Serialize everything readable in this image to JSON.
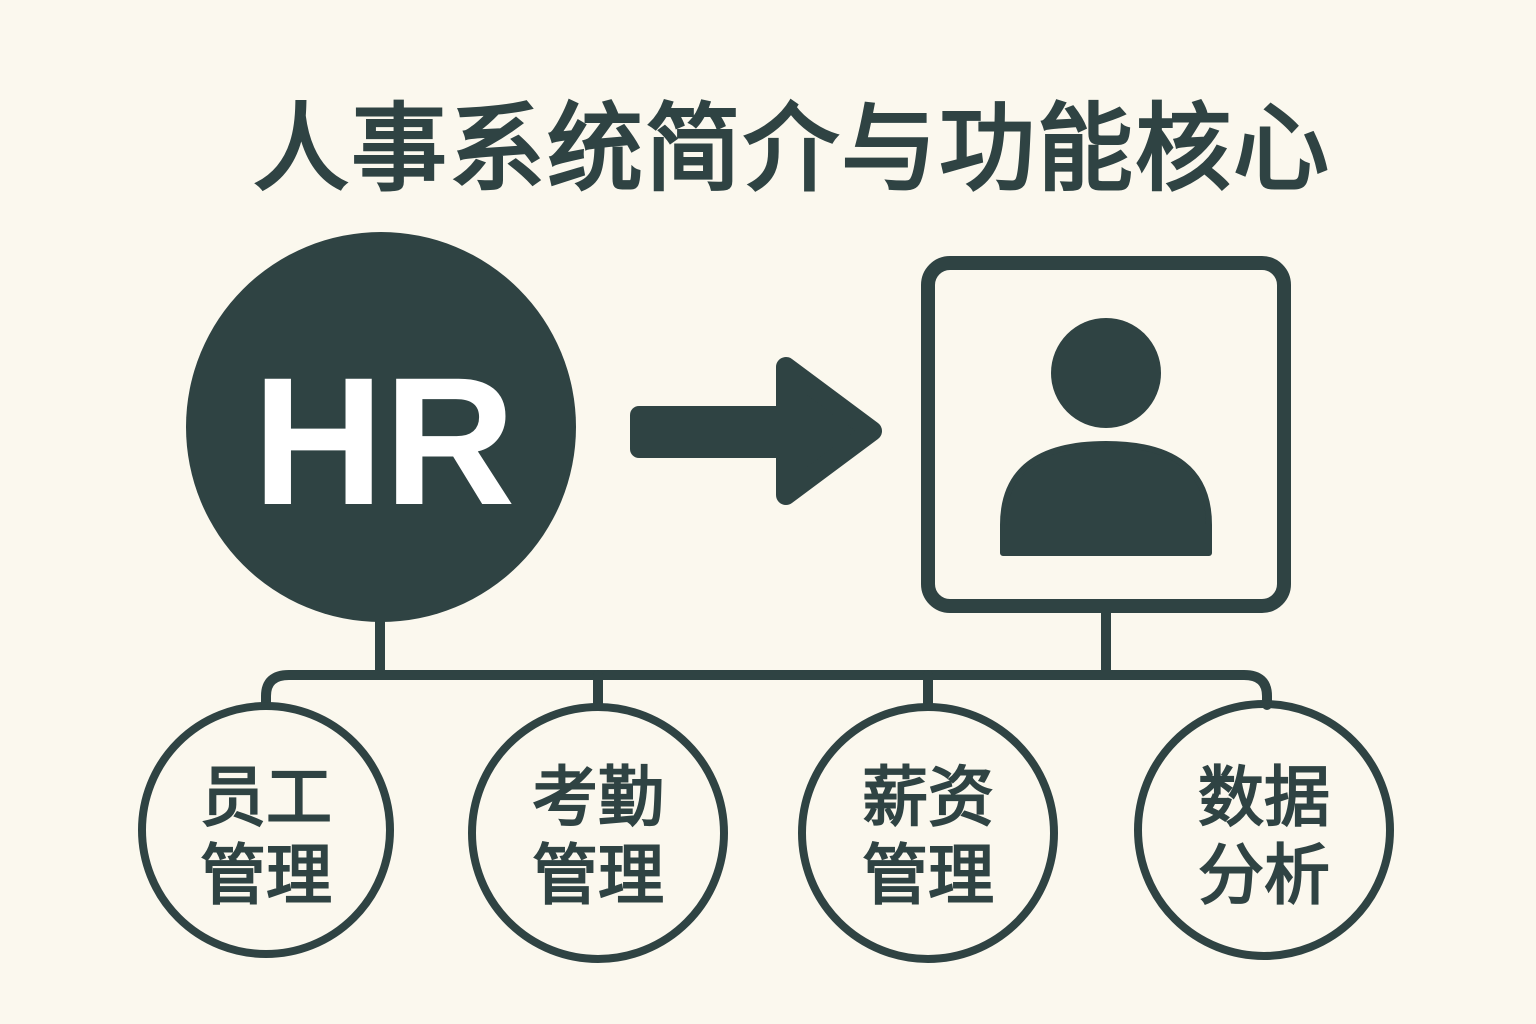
{
  "title": "人事系统简介与功能核心",
  "colors": {
    "background": "#fbf8ee",
    "ink": "#2f4343",
    "badge_text": "#ffffff"
  },
  "hr_badge": {
    "label": "HR"
  },
  "arrow": {
    "icon": "arrow-right-icon"
  },
  "user_card": {
    "icon": "user-icon"
  },
  "modules": [
    {
      "line1": "员工",
      "line2": "管理"
    },
    {
      "line1": "考勤",
      "line2": "管理"
    },
    {
      "line1": "薪资",
      "line2": "管理"
    },
    {
      "line1": "数据",
      "line2": "分析"
    }
  ]
}
